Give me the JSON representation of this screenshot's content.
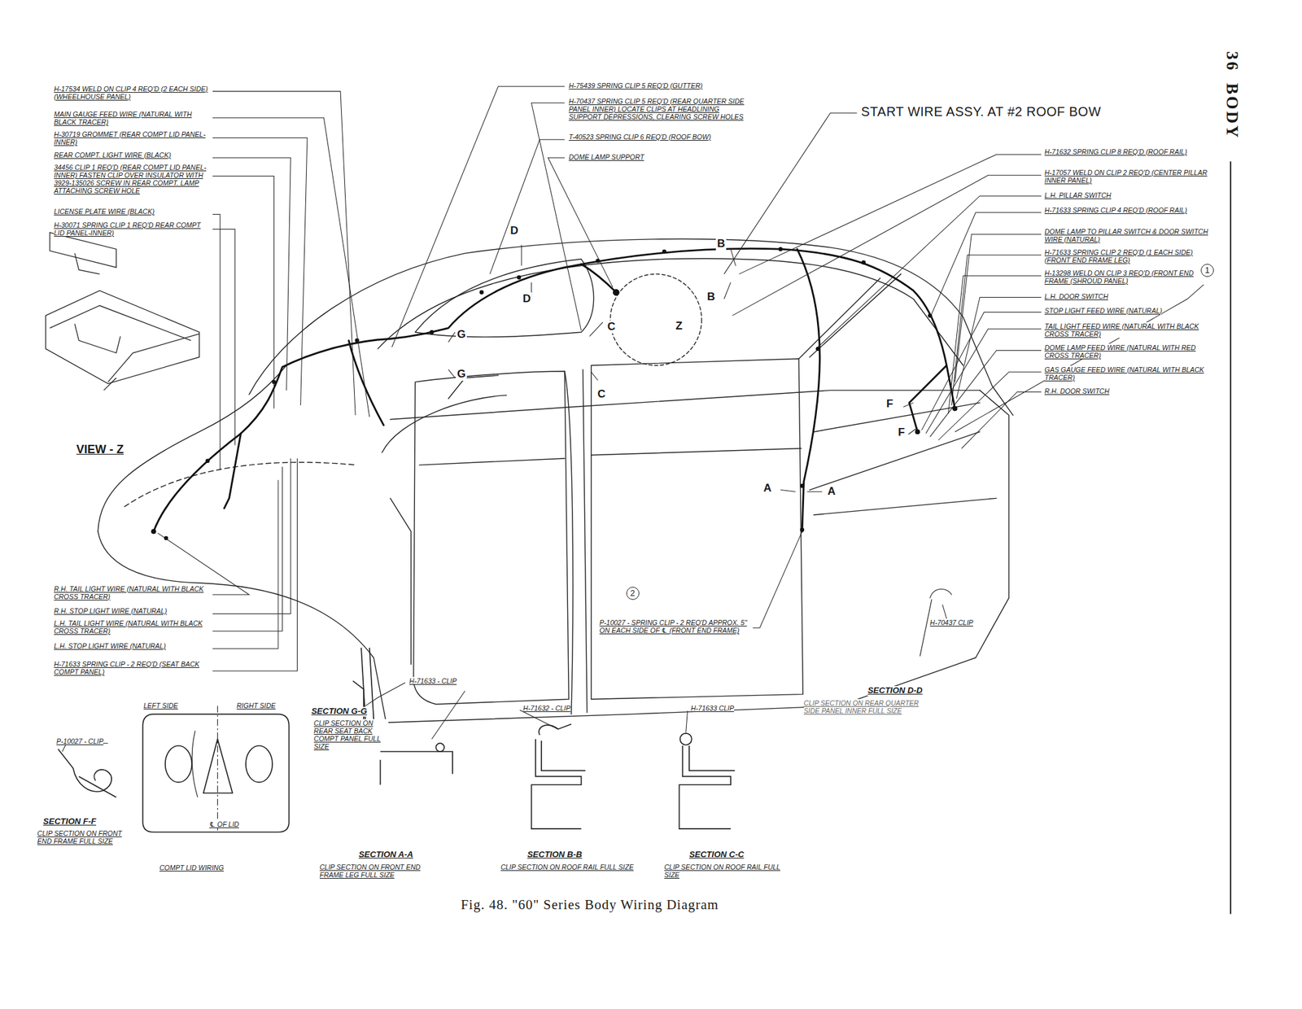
{
  "diagram": {
    "caption": "Fig. 48. \"60\" Series Body Wiring Diagram",
    "labels": [
      "36",
      "BODY",
      "H-17534 WELD ON CLIP 4 REQ'D (2 EACH SIDE)(WHEELHOUSE PANEL)",
      "MAIN GAUGE FEED WIRE (NATURAL WITH BLACK TRACER)",
      "H-30719 GROMMET (REAR COMPT LID PANEL-INNER)",
      "REAR COMPT. LIGHT WIRE (BLACK)",
      "34456 CLIP 1 REQ'D (REAR COMPT LID PANEL-INNER) FASTEN CLIP OVER INSULATOR WITH 3929-135026 SCREW IN REAR COMPT. LAMP ATTACHING SCREW HOLE",
      "LICENSE PLATE WIRE (BLACK)",
      "H-30071 SPRING CLIP 1 REQ'D REAR COMPT LID PANEL-INNER)",
      "VIEW - Z",
      "R.H. TAIL LIGHT WIRE (NATURAL WITH BLACK CROSS TRACER)",
      "R.H. STOP LIGHT WIRE (NATURAL)",
      "L.H. TAIL LIGHT WIRE (NATURAL WITH BLACK CROSS TRACER)",
      "L.H. STOP LIGHT WIRE (NATURAL)",
      "H-71633 SPRING CLIP - 2 REQ'D (SEAT BACK COMPT PANEL)",
      "H-75439 SPRING CLIP 5 REQ'D (GUTTER)",
      "H-70437 SPRING CLIP 5 REQ'D (REAR QUARTER SIDE PANEL INNER) LOCATE CLIPS AT HEADLINING SUPPORT DEPRESSIONS, CLEARING SCREW HOLES",
      "T-40523 SPRING CLIP 6 REQ'D (ROOF BOW)",
      "DOME LAMP SUPPORT",
      "START WIRE ASSY. AT #2 ROOF BOW",
      "H-71632 SPRING CLIP 8 REQ'D (ROOF RAIL)",
      "H-17057 WELD ON CLIP 2 REQ'D (CENTER PILLAR INNER PANEL)",
      "L.H. PILLAR SWITCH",
      "H-71633 SPRING CLIP 4 REQ'D (ROOF RAIL)",
      "DOME LAMP TO PILLAR SWITCH & DOOR SWITCH WIRE (NATURAL)",
      "H-71633 SPRING CLIP 2 REQ'D (1 EACH SIDE)(FRONT END FRAME LEG)",
      "H-13298 WELD ON CLIP 3 REQ'D (FRONT END FRAME (SHROUD PANEL)",
      "L.H. DOOR SWITCH",
      "STOP LIGHT FEED WIRE (NATURAL)",
      "TAIL LIGHT FEED WIRE (NATURAL WITH BLACK CROSS TRACER)",
      "DOME LAMP FEED WIRE (NATURAL WITH RED CROSS TRACER)",
      "GAS GAUGE FEED WIRE (NATURAL WITH BLACK TRACER)",
      "R.H. DOOR SWITCH",
      "1",
      "2",
      "D",
      "D",
      "G",
      "G",
      "C",
      "C",
      "B",
      "B",
      "Z",
      "F",
      "F",
      "A",
      "A",
      "P-10027 - SPRING CLIP - 2 REQ'D APPROX. 5\" ON EACH SIDE OF ℄ (FRONT END FRAME)",
      "H-70437 CLIP",
      "SECTION D-D",
      "CLIP SECTION ON REAR QUARTER SIDE PANEL INNER FULL SIZE",
      "H-71633 - CLIP",
      "SECTION G-G",
      "CLIP SECTION ON REAR SEAT BACK COMPT PANEL FULL SIZE",
      "LEFT SIDE",
      "RIGHT SIDE",
      "℄ OF LID",
      "COMPT LID WIRING",
      "P-10027 - CLIP",
      "SECTION F-F",
      "CLIP SECTION ON FRONT END FRAME FULL SIZE",
      "SECTION A-A",
      "CLIP SECTION ON FRONT END FRAME LEG FULL SIZE",
      "H-71632 - CLIP",
      "SECTION B-B",
      "CLIP SECTION ON ROOF RAIL FULL SIZE",
      "H-71633 CLIP",
      "SECTION C-C",
      "CLIP SECTION ON ROOF RAIL FULL SIZE"
    ]
  }
}
